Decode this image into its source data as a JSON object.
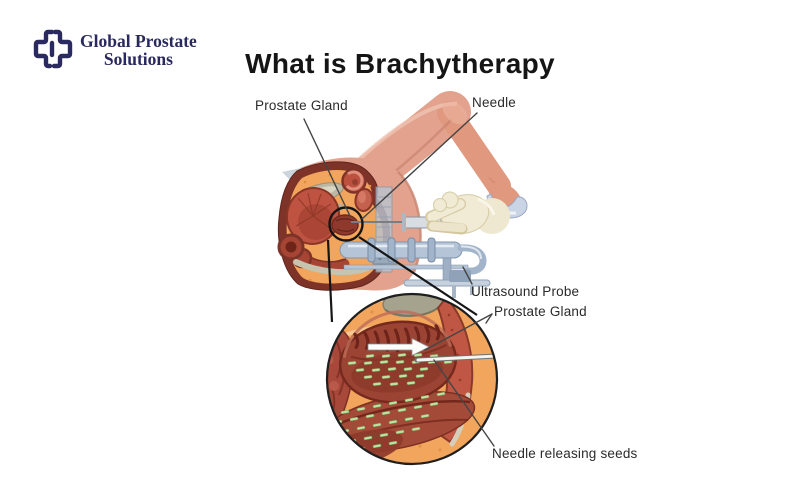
{
  "logo": {
    "icon_name": "medical-cross-icon",
    "line1": "Global Prostate",
    "line2": "Solutions"
  },
  "title": "What is Brachytherapy",
  "figure": {
    "labels": {
      "prostate_gland_top": "Prostate Gland",
      "needle": "Needle",
      "ultrasound_probe": "Ultrasound Probe",
      "prostate_gland_inset": "Prostate Gland",
      "needle_releasing_seeds": "Needle releasing seeds"
    },
    "colors": {
      "logo_navy": "#29295f",
      "title_text": "#151515",
      "label_text": "#2b2b2b",
      "skin": "#e2a28e",
      "fat_orange": "#f2a55c",
      "tissue_maroon": "#7d3328",
      "organ_red": "#a6483a",
      "prostate_gland": "#9c4434",
      "seed_green": "#bfe2a2",
      "probe_blue": "#b5c4d7",
      "glove_ivory": "#f1ebd5"
    }
  }
}
